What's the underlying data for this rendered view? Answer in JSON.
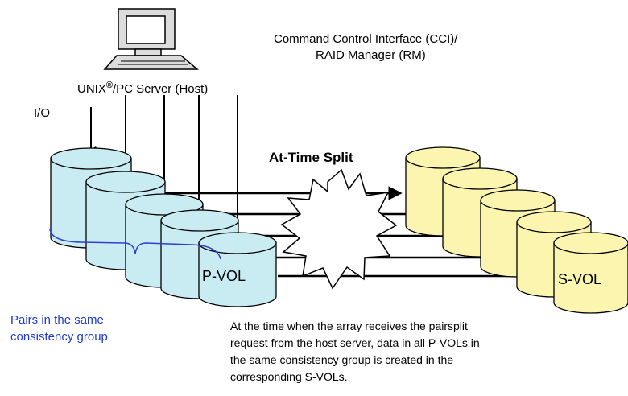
{
  "header": {
    "line1": "Command Control Interface (CCI)/",
    "line2": "RAID Manager (RM)"
  },
  "host": {
    "label_prefix": "UNIX",
    "registered_mark": "®",
    "label_suffix": "/PC Server (Host)",
    "io_label": "I/O"
  },
  "split_label": "At-Time Split",
  "pvol_label": "P-VOL",
  "svol_label": "S-VOL",
  "group_label": {
    "line1": "Pairs in the same",
    "line2": "consistency group"
  },
  "note": {
    "line1": "At the time when the array receives the pairsplit",
    "line2": "request from the host server, data in all P-VOLs in",
    "line3": "the same consistency group is created in the",
    "line4": "corresponding S-VOLs."
  },
  "colors": {
    "pvol_fill": "#c8ecf2",
    "svol_fill": "#fbf5b0",
    "brace": "#2f3fd0",
    "group_text": "#1f3ad0"
  },
  "icons": [
    "computer-icon",
    "starburst-icon"
  ]
}
